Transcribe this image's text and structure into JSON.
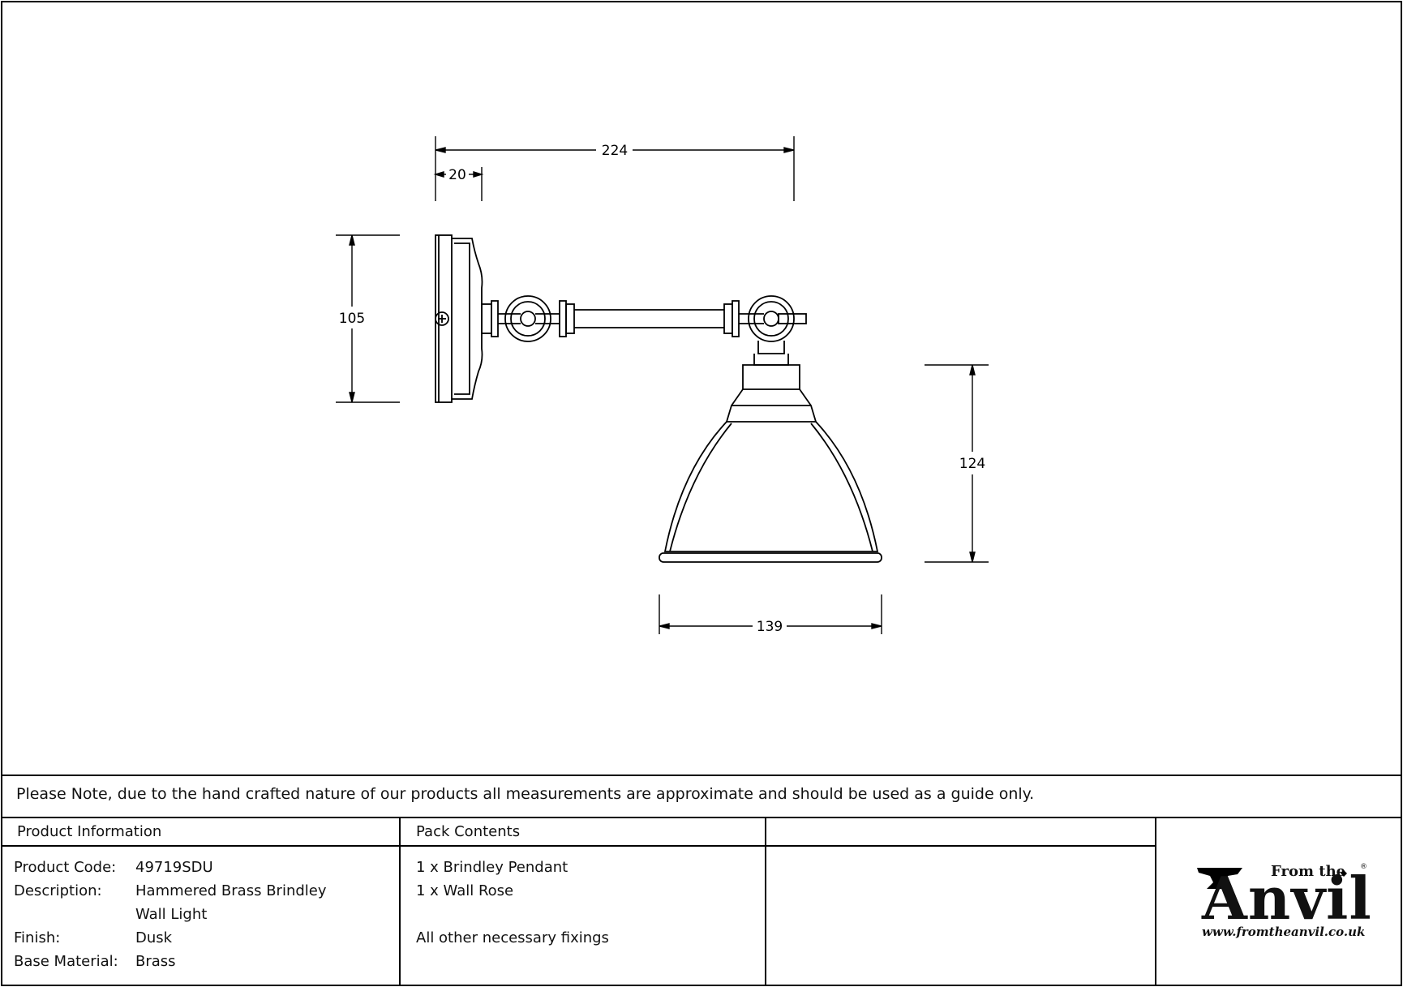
{
  "drawing": {
    "dimensions": {
      "overall_width": "224",
      "backplate_depth": "20",
      "backplate_height": "105",
      "shade_height": "124",
      "shade_diameter": "139"
    }
  },
  "note": "Please Note, due to the hand crafted nature of our products all measurements are approximate and should be used as a guide only.",
  "product_info": {
    "header": "Product Information",
    "rows": [
      {
        "label": "Product Code:",
        "value": "49719SDU"
      },
      {
        "label": "Description:",
        "value": "Hammered Brass Brindley"
      },
      {
        "label": "",
        "value": "Wall Light"
      },
      {
        "label": "Finish:",
        "value": "Dusk"
      },
      {
        "label": "Base Material:",
        "value": "Brass"
      }
    ]
  },
  "pack_contents": {
    "header": "Pack Contents",
    "items": [
      "1 x Brindley Pendant",
      "1 x Wall Rose",
      "",
      "All other necessary fixings"
    ]
  },
  "logo": {
    "from_the": "From the",
    "name": "Anvil",
    "registered": "®",
    "url": "www.fromtheanvil.co.uk"
  }
}
